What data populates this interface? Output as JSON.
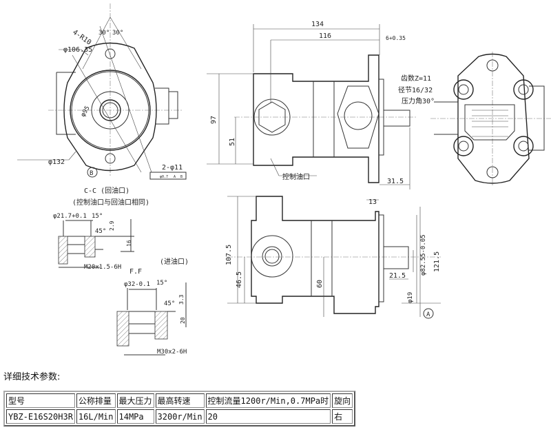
{
  "drawing": {
    "front": {
      "d1": "φ106.35",
      "r": "4-R10",
      "a1": "30°",
      "a2": "30°",
      "d2": "φ95",
      "d3": "φ132",
      "b": "B",
      "holes": "2-φ11",
      "tol": "φ0.7",
      "ref1": "A",
      "ref2": "B"
    },
    "side": {
      "l134": "134",
      "l116": "116",
      "l6": "6+0.35",
      "h97": "97",
      "h51": "51",
      "l31": "31.5",
      "teeth": "齿数Z=11",
      "pitch": "径节16/32",
      "angle": "压力角30°",
      "ctrl": "控制油口"
    },
    "bottom": {
      "l13": "13",
      "h107": "107.5",
      "h46": "46.5",
      "h60": "60",
      "l21": "21.5",
      "d19": "φ19",
      "d82": "φ82.55-0.05",
      "h121": "121.5",
      "a": "A"
    },
    "cc": {
      "title": "C-C (回油口)",
      "note": "(控制油口与回油口相同)",
      "d": "φ21.7+0.1",
      "ang": "15°",
      "ang2": "45°",
      "t": "2.9",
      "h": "16",
      "thread": "M20x1.5-6H"
    },
    "ff": {
      "port": "(进油口)",
      "title": "F.F",
      "d": "φ32-0.1",
      "ang": "15°",
      "ang2": "45°",
      "t": "3.3",
      "h": "20",
      "thread": "M30x2-6H"
    }
  },
  "specs": {
    "heading": "详细技术参数:",
    "headers": [
      "型号",
      "公称排量",
      "最大压力",
      "最高转速",
      "控制流量1200r/Min,0.7MPa时",
      "旋向"
    ],
    "row": [
      "YBZ-E16S20H3R",
      "16L/Min",
      "14MPa",
      "3200r/Min",
      "20",
      "右"
    ]
  }
}
